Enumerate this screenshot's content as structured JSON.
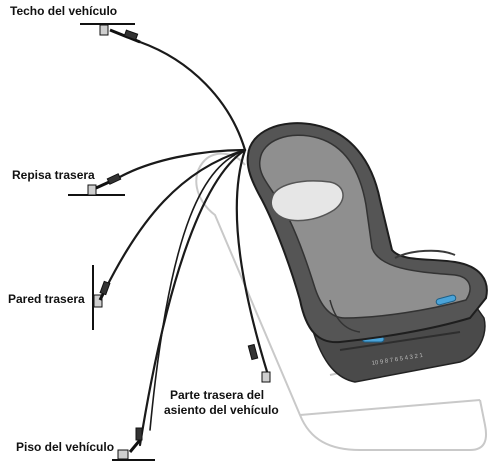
{
  "labels": {
    "roof": "Techo del vehículo",
    "rear_shelf": "Repisa trasera",
    "rear_wall": "Pared trasera",
    "seat_back_line1": "Parte trasera del",
    "seat_back_line2": "asiento del vehículo",
    "floor": "Piso del vehículo"
  },
  "base_scale_marks": "10 9 8 7 6 5 4 3 2 1",
  "colors": {
    "seat_shell": "#505050",
    "seat_padding": "#9a9a9a",
    "accent": "#4aa3d8",
    "strap": "#1a1a1a",
    "vehicle_seat_outline": "#cfcfcf"
  }
}
